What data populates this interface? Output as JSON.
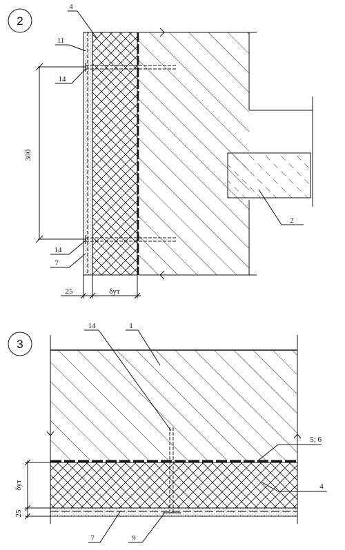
{
  "detail_2": {
    "number": "2",
    "callouts": {
      "c4": "4",
      "c11": "11",
      "c14_top": "14",
      "c14_bottom": "14",
      "c7": "7",
      "c2": "2"
    },
    "dimensions": {
      "spacing": "300",
      "plaster": "25",
      "insulation": "δут"
    }
  },
  "detail_3": {
    "number": "3",
    "callouts": {
      "c14": "14",
      "c1": "1",
      "c56": "5; 6",
      "c4": "4",
      "c7": "7",
      "c9": "9"
    },
    "dimensions": {
      "insulation": "δут",
      "plaster": "25"
    }
  },
  "colors": {
    "line": "#111111",
    "background": "#ffffff"
  }
}
